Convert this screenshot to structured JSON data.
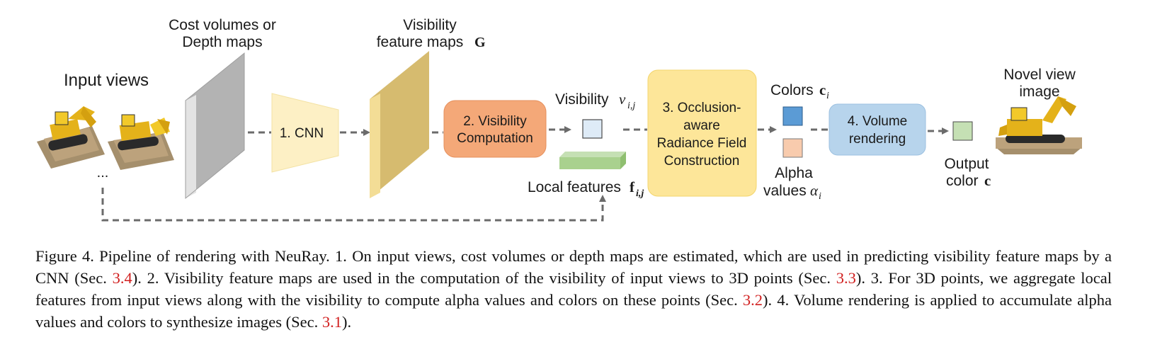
{
  "diagram": {
    "input_views_label": "Input views",
    "ellipsis": "...",
    "cost_volumes_label": [
      "Cost volumes or",
      "Depth maps"
    ],
    "visibility_maps_label": [
      "Visibility",
      "feature maps"
    ],
    "visibility_maps_symbol": "G",
    "cnn_label": "1. CNN",
    "visibility_computation_label": [
      "2. Visibility",
      "Computation"
    ],
    "visibility_label": "Visibility",
    "visibility_symbol": "v",
    "visibility_subscript": "i,j",
    "local_features_label": "Local features",
    "local_features_symbol": "f",
    "local_features_subscript": "i,j",
    "radiance_field_label": [
      "3. Occlusion-",
      "aware",
      "Radiance Field",
      "Construction"
    ],
    "colors_label": "Colors",
    "colors_symbol": "c",
    "colors_subscript": "i",
    "alpha_label": [
      "Alpha",
      "values"
    ],
    "alpha_symbol": "α",
    "alpha_subscript": "i",
    "volume_rendering_label": [
      "4. Volume",
      "rendering"
    ],
    "output_color_label": [
      "Output",
      "color"
    ],
    "output_color_symbol": "c",
    "novel_view_label": [
      "Novel view",
      "image"
    ],
    "colors": {
      "cnn_fill": "#fdf0c5",
      "visibility_box_fill": "#f4a878",
      "radiance_box_fill": "#fde699",
      "volume_box_fill": "#b7d4ec",
      "cost_volume_fill": "#b8b8b8",
      "feature_map_fill": "#d9bf75",
      "local_feature_fill": "#a9d18e",
      "colors_square_fill": "#5b9bd5",
      "alpha_square_fill": "#f8cbad",
      "output_square_fill": "#c5e0b4",
      "visibility_square_fill": "#deebf7",
      "arrow_color": "#6b6b6b"
    }
  },
  "caption": {
    "prefix": "Figure 4. Pipeline of rendering with NeuRay. 1. On input views, cost volumes or depth maps are estimated, which are used in predicting visibility feature maps by a CNN (Sec. ",
    "ref1": "3.4",
    "part2": "). 2. Visibility feature maps are used in the computation of the visibility of input views to 3D points (Sec. ",
    "ref2": "3.3",
    "part3": "). 3. For 3D points, we aggregate local features from input views along with the visibility to compute alpha values and colors on these points (Sec. ",
    "ref3": "3.2",
    "part4": "). 4. Volume rendering is applied to accumulate alpha values and colors to synthesize images (Sec. ",
    "ref4": "3.1",
    "suffix": ")."
  }
}
